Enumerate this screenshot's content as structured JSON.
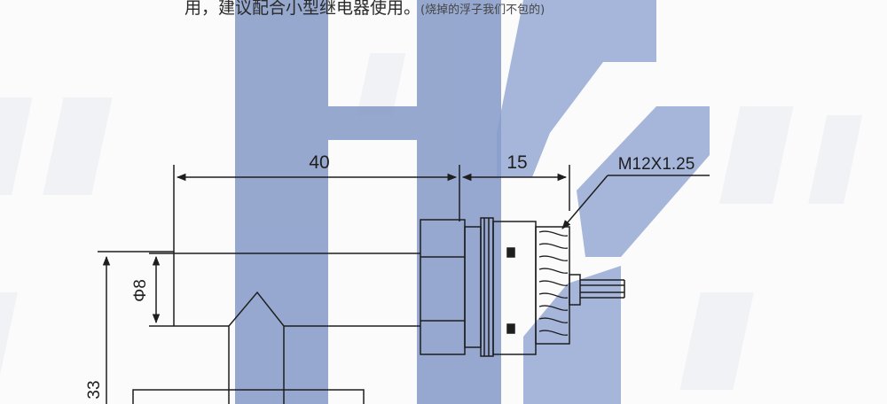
{
  "caption": {
    "main": "用，建议配合小型继电器使用。",
    "note": "(烧掉的浮子我们不包的)"
  },
  "dimensions": {
    "length_body": "40",
    "length_thread": "15",
    "thread_spec": "M12X1.25",
    "diameter": "Φ8",
    "height_partial": "33"
  },
  "watermark": {
    "logo_letters": "HS",
    "color": "#7f95c4"
  },
  "colors": {
    "line": "#1e1e1e",
    "background": "#fbfbfb"
  }
}
